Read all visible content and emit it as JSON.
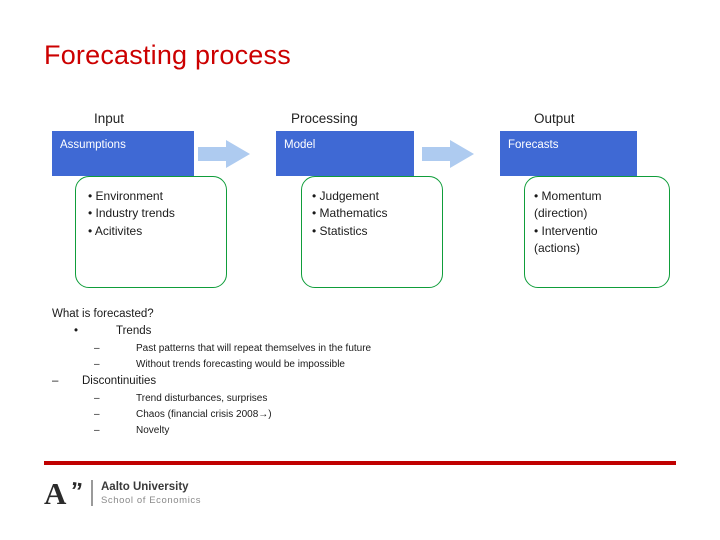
{
  "slide": {
    "title": "Forecasting process",
    "columns": [
      {
        "header": "Input",
        "box_label": "Assumptions"
      },
      {
        "header": "Processing",
        "box_label": "Model"
      },
      {
        "header": "Output",
        "box_label": "Forecasts"
      }
    ],
    "detail_boxes": [
      {
        "items": [
          "• Environment",
          "• Industry trends",
          "• Acitivites"
        ]
      },
      {
        "items": [
          "• Judgement",
          "• Mathematics",
          "• Statistics"
        ]
      },
      {
        "items": [
          "• Momentum",
          "(direction)",
          "• Interventio",
          "(actions)"
        ]
      }
    ],
    "outline": {
      "heading": "What is forecasted?",
      "l1_bullet": "•",
      "l1_text": "Trends",
      "l2_items": [
        {
          "bullet": "–",
          "text": "Past patterns that will repeat themselves in the future"
        },
        {
          "bullet": "–",
          "text": "Without trends forecasting would be impossible"
        }
      ],
      "l1b_bullet": "–",
      "l1b_text": "Discontinuities",
      "l2b_items": [
        {
          "bullet": "–",
          "text": "Trend disturbances, surprises"
        },
        {
          "bullet": "–",
          "text": "Chaos (financial crisis 2008→)"
        },
        {
          "bullet": "–",
          "text": "Novelty"
        }
      ]
    },
    "footer": {
      "logo_letter": "A",
      "logo_quote": "”",
      "org_name": "Aalto University",
      "org_sub": "School of Economics"
    },
    "colors": {
      "title": "#cc0000",
      "blue_box": "#3f69d4",
      "arrow": "#aecbf0",
      "green_border": "#0f9d3a",
      "footer_rule": "#c00000"
    }
  }
}
